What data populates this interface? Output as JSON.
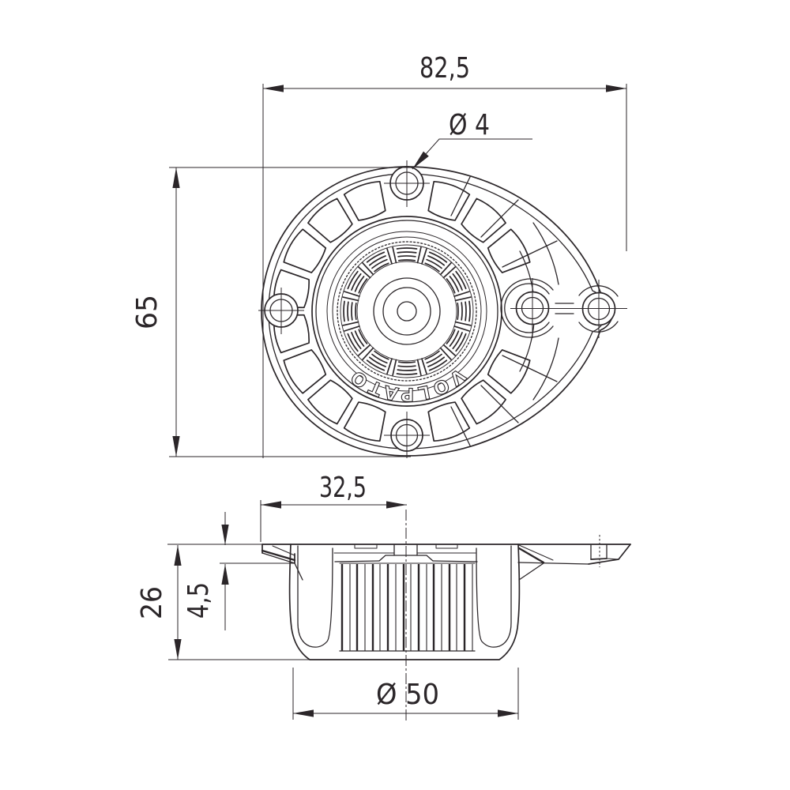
{
  "drawing": {
    "type": "technical-drawing",
    "brand": "VOLPATO",
    "line_color": "#2b2629",
    "background_color": "#ffffff",
    "views": [
      "top-view-flange",
      "side-view-section"
    ]
  },
  "labels": {
    "dim_width": "82,5",
    "dim_hole": "Ø 4",
    "dim_height": "65",
    "dim_offset": "32,5",
    "dim_side_height": "26",
    "dim_flange_thickness": "4,5",
    "dim_cylinder": "Ø 50",
    "brand": "VOLPATO"
  },
  "dimensions_mm": {
    "overall_width": 82.5,
    "overall_height": 65,
    "mounting_hole_diameter": 4,
    "hook_to_center_offset": 32.5,
    "total_height": 26,
    "flange_thickness": 4.5,
    "cylinder_diameter": 50
  }
}
